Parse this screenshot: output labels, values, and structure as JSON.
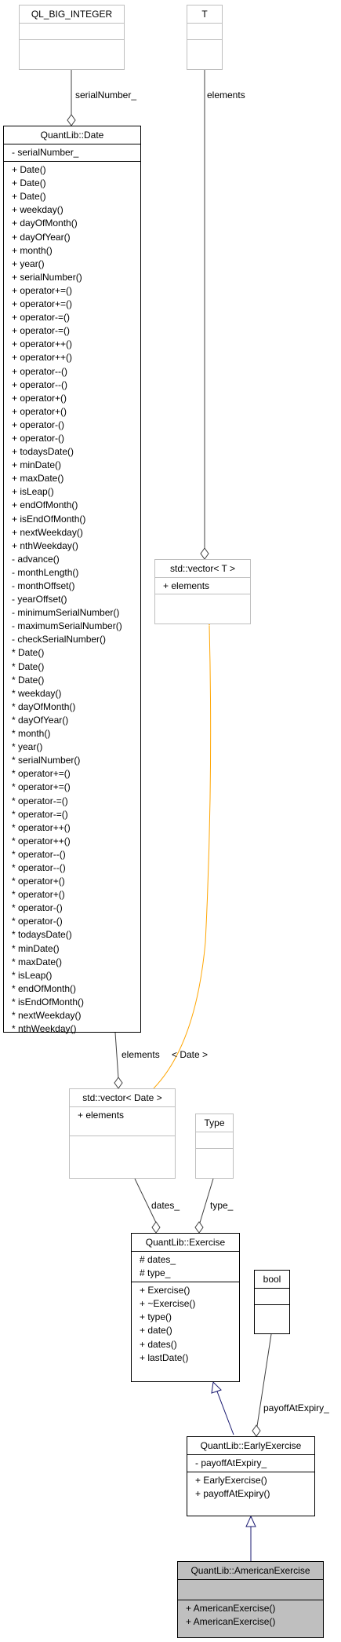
{
  "ql_big_integer": {
    "title": "QL_BIG_INTEGER"
  },
  "t_box": {
    "title": "T"
  },
  "date": {
    "title": "QuantLib::Date",
    "attributes": [
      "- serialNumber_"
    ],
    "methods": [
      "+ Date()",
      "+ Date()",
      "+ Date()",
      "+ weekday()",
      "+ dayOfMonth()",
      "+ dayOfYear()",
      "+ month()",
      "+ year()",
      "+ serialNumber()",
      "+ operator+=()",
      "+ operator+=()",
      "+ operator-=()",
      "+ operator-=()",
      "+ operator++()",
      "+ operator++()",
      "+ operator--()",
      "+ operator--()",
      "+ operator+()",
      "+ operator+()",
      "+ operator-()",
      "+ operator-()",
      "+ todaysDate()",
      "+ minDate()",
      "+ maxDate()",
      "+ isLeap()",
      "+ endOfMonth()",
      "+ isEndOfMonth()",
      "+ nextWeekday()",
      "+ nthWeekday()",
      "- advance()",
      "- monthLength()",
      "- monthOffset()",
      "- yearOffset()",
      "- minimumSerialNumber()",
      "- maximumSerialNumber()",
      "- checkSerialNumber()",
      "* Date()",
      "* Date()",
      "* Date()",
      "* weekday()",
      "* dayOfMonth()",
      "* dayOfYear()",
      "* month()",
      "* year()",
      "* serialNumber()",
      "* operator+=()",
      "* operator+=()",
      "* operator-=()",
      "* operator-=()",
      "* operator++()",
      "* operator++()",
      "* operator--()",
      "* operator--()",
      "* operator+()",
      "* operator+()",
      "* operator-()",
      "* operator-()",
      "* todaysDate()",
      "* minDate()",
      "* maxDate()",
      "* isLeap()",
      "* endOfMonth()",
      "* isEndOfMonth()",
      "* nextWeekday()",
      "* nthWeekday()"
    ]
  },
  "vector_t": {
    "title": "std::vector< T >",
    "attributes": [
      "+ elements"
    ]
  },
  "vector_date": {
    "title": "std::vector< Date >",
    "attributes": [
      "+ elements"
    ]
  },
  "type_box": {
    "title": "Type"
  },
  "bool_box": {
    "title": "bool"
  },
  "exercise": {
    "title": "QuantLib::Exercise",
    "attributes": [
      "# dates_",
      "# type_"
    ],
    "methods": [
      "+ Exercise()",
      "+ ~Exercise()",
      "+ type()",
      "+ date()",
      "+ dates()",
      "+ lastDate()"
    ]
  },
  "early_exercise": {
    "title": "QuantLib::EarlyExercise",
    "attributes": [
      "- payoffAtExpiry_"
    ],
    "methods": [
      "+ EarlyExercise()",
      "+ payoffAtExpiry()"
    ]
  },
  "american_exercise": {
    "title": "QuantLib::AmericanExercise",
    "methods": [
      "+ AmericanExercise()",
      "+ AmericanExercise()"
    ]
  },
  "edge_labels": {
    "serial_number": "serialNumber_",
    "elements_t": "elements",
    "elements_date": "elements",
    "date_template": "< Date >",
    "dates": "dates_",
    "type": "type_",
    "payoff": "payoffAtExpiry_"
  },
  "colors": {
    "inherit": "#191970",
    "template": "#ffa500",
    "usage": "#404040",
    "grey_border": "#bfbfbf",
    "highlight": "#bfbfbf"
  }
}
